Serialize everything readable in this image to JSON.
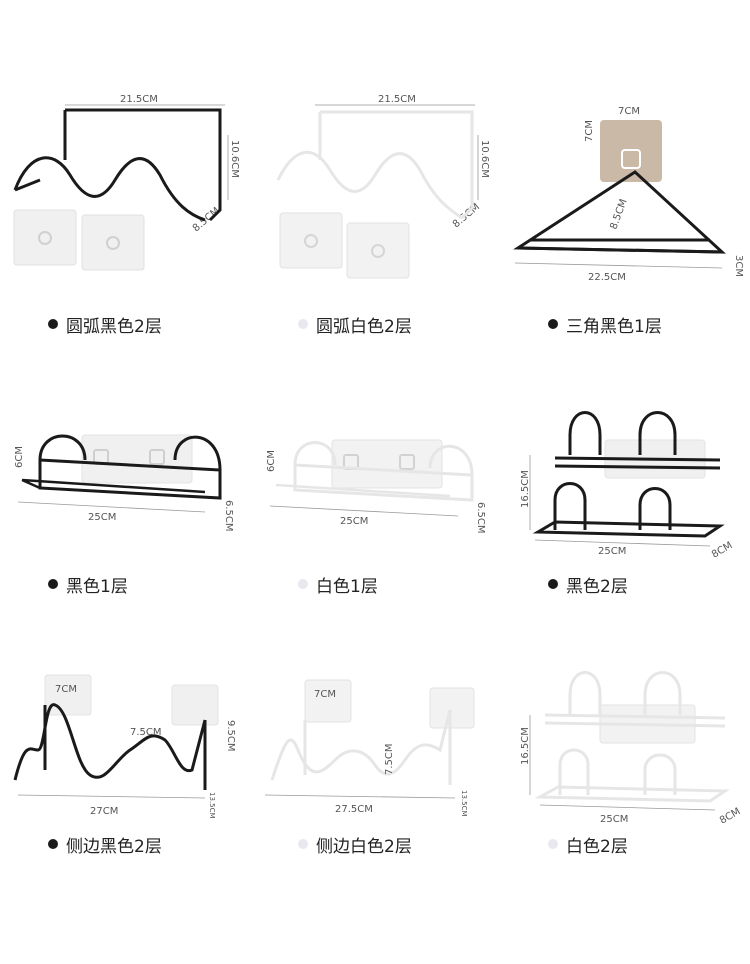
{
  "colors": {
    "black_wire": "#1a1a1a",
    "white_wire": "#f4f4f4",
    "dot_black": "#1a1a1a",
    "dot_white": "#e8e8ee",
    "pad": "#f0f0f0",
    "pad_tan": "#cbb9a8"
  },
  "products": [
    {
      "label": "圆弧黑色2层",
      "dot": "black",
      "dims": [
        "21.5CM",
        "10.6CM",
        "8.5CM"
      ]
    },
    {
      "label": "圆弧白色2层",
      "dot": "white",
      "dims": [
        "21.5CM",
        "10.6CM",
        "8.5CM"
      ]
    },
    {
      "label": "三角黑色1层",
      "dot": "black",
      "dims": [
        "7CM",
        "7CM",
        "8.5CM",
        "22.5CM",
        "3CM"
      ]
    },
    {
      "label": "黑色1层",
      "dot": "black",
      "dims": [
        "6CM",
        "25CM",
        "6.5CM"
      ]
    },
    {
      "label": "白色1层",
      "dot": "white",
      "dims": [
        "6CM",
        "25CM",
        "6.5CM"
      ]
    },
    {
      "label": "黑色2层",
      "dot": "black",
      "dims": [
        "16.5CM",
        "25CM",
        "8CM"
      ]
    },
    {
      "label": "侧边黑色2层",
      "dot": "black",
      "dims": [
        "7CM",
        "7.5CM",
        "9.5CM",
        "27CM",
        "13.5CM"
      ]
    },
    {
      "label": "侧边白色2层",
      "dot": "white",
      "dims": [
        "7CM",
        "7.5CM",
        "27.5CM",
        "13.5CM"
      ]
    },
    {
      "label": "白色2层",
      "dot": "white",
      "dims": [
        "16.5CM",
        "25CM",
        "8CM"
      ]
    }
  ]
}
